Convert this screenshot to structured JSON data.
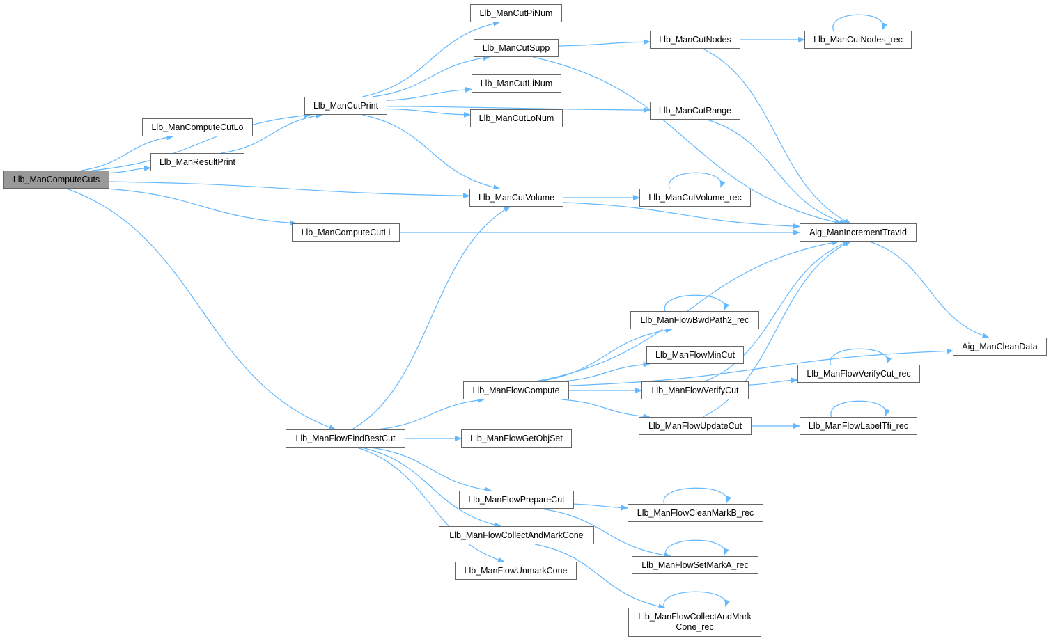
{
  "title": "Llb_ManComputeCuts call graph",
  "edge_color": "#63b8ff",
  "root_color": "#999999",
  "nodes": [
    {
      "id": "computeCuts",
      "label": "Llb_ManComputeCuts",
      "root": true
    },
    {
      "id": "cutPrint",
      "label": "Llb_ManCutPrint"
    },
    {
      "id": "computeCutLo",
      "label": "Llb_ManComputeCutLo"
    },
    {
      "id": "resultPrint",
      "label": "Llb_ManResultPrint"
    },
    {
      "id": "cutPiNum",
      "label": "Llb_ManCutPiNum"
    },
    {
      "id": "cutSupp",
      "label": "Llb_ManCutSupp"
    },
    {
      "id": "cutLiNum",
      "label": "Llb_ManCutLiNum"
    },
    {
      "id": "cutLoNum",
      "label": "Llb_ManCutLoNum"
    },
    {
      "id": "cutNodes",
      "label": "Llb_ManCutNodes"
    },
    {
      "id": "cutNodesRec",
      "label": "Llb_ManCutNodes_rec"
    },
    {
      "id": "cutRange",
      "label": "Llb_ManCutRange"
    },
    {
      "id": "cutVolume",
      "label": "Llb_ManCutVolume"
    },
    {
      "id": "cutVolumeRec",
      "label": "Llb_ManCutVolume_rec"
    },
    {
      "id": "computeCutLi",
      "label": "Llb_ManComputeCutLi"
    },
    {
      "id": "travId",
      "label": "Aig_ManIncrementTravId"
    },
    {
      "id": "cleanData",
      "label": "Aig_ManCleanData"
    },
    {
      "id": "bwdPath2",
      "label": "Llb_ManFlowBwdPath2_rec"
    },
    {
      "id": "minCut",
      "label": "Llb_ManFlowMinCut"
    },
    {
      "id": "flowCompute",
      "label": "Llb_ManFlowCompute"
    },
    {
      "id": "verifyCut",
      "label": "Llb_ManFlowVerifyCut"
    },
    {
      "id": "verifyCutRec",
      "label": "Llb_ManFlowVerifyCut_rec"
    },
    {
      "id": "updateCut",
      "label": "Llb_ManFlowUpdateCut"
    },
    {
      "id": "labelTfi",
      "label": "Llb_ManFlowLabelTfi_rec"
    },
    {
      "id": "findBestCut",
      "label": "Llb_ManFlowFindBestCut"
    },
    {
      "id": "getObjSet",
      "label": "Llb_ManFlowGetObjSet"
    },
    {
      "id": "prepareCut",
      "label": "Llb_ManFlowPrepareCut"
    },
    {
      "id": "cleanMarkB",
      "label": "Llb_ManFlowCleanMarkB_rec"
    },
    {
      "id": "collectCone",
      "label": "Llb_ManFlowCollectAndMarkCone"
    },
    {
      "id": "setMarkA",
      "label": "Llb_ManFlowSetMarkA_rec"
    },
    {
      "id": "unmarkCone",
      "label": "Llb_ManFlowUnmarkCone"
    },
    {
      "id": "collectConeRec",
      "label": "Llb_ManFlowCollectAndMark\nCone_rec"
    }
  ],
  "edges": [
    [
      "computeCuts",
      "cutPrint"
    ],
    [
      "computeCuts",
      "computeCutLo"
    ],
    [
      "computeCuts",
      "resultPrint"
    ],
    [
      "computeCuts",
      "cutVolume"
    ],
    [
      "computeCuts",
      "computeCutLi"
    ],
    [
      "computeCuts",
      "findBestCut"
    ],
    [
      "resultPrint",
      "cutPrint"
    ],
    [
      "cutPrint",
      "cutPiNum"
    ],
    [
      "cutPrint",
      "cutSupp"
    ],
    [
      "cutPrint",
      "cutLiNum"
    ],
    [
      "cutPrint",
      "cutLoNum"
    ],
    [
      "cutPrint",
      "cutRange"
    ],
    [
      "cutPrint",
      "cutVolume"
    ],
    [
      "cutSupp",
      "cutNodes"
    ],
    [
      "cutSupp",
      "travId"
    ],
    [
      "cutNodes",
      "cutNodesRec"
    ],
    [
      "cutNodes",
      "travId"
    ],
    [
      "cutNodesRec",
      "cutNodesRec"
    ],
    [
      "cutRange",
      "travId"
    ],
    [
      "cutVolume",
      "cutVolumeRec"
    ],
    [
      "cutVolume",
      "travId"
    ],
    [
      "cutVolumeRec",
      "cutVolumeRec"
    ],
    [
      "computeCutLi",
      "travId"
    ],
    [
      "travId",
      "cleanData"
    ],
    [
      "findBestCut",
      "cutVolume"
    ],
    [
      "findBestCut",
      "flowCompute"
    ],
    [
      "findBestCut",
      "getObjSet"
    ],
    [
      "findBestCut",
      "prepareCut"
    ],
    [
      "findBestCut",
      "collectCone"
    ],
    [
      "findBestCut",
      "unmarkCone"
    ],
    [
      "flowCompute",
      "travId"
    ],
    [
      "flowCompute",
      "bwdPath2"
    ],
    [
      "flowCompute",
      "minCut"
    ],
    [
      "flowCompute",
      "verifyCut"
    ],
    [
      "flowCompute",
      "updateCut"
    ],
    [
      "flowCompute",
      "cleanData"
    ],
    [
      "bwdPath2",
      "bwdPath2"
    ],
    [
      "verifyCut",
      "travId"
    ],
    [
      "verifyCut",
      "verifyCutRec"
    ],
    [
      "verifyCutRec",
      "verifyCutRec"
    ],
    [
      "updateCut",
      "travId"
    ],
    [
      "updateCut",
      "labelTfi"
    ],
    [
      "labelTfi",
      "labelTfi"
    ],
    [
      "prepareCut",
      "cleanMarkB"
    ],
    [
      "prepareCut",
      "setMarkA"
    ],
    [
      "cleanMarkB",
      "cleanMarkB"
    ],
    [
      "setMarkA",
      "setMarkA"
    ],
    [
      "collectCone",
      "collectConeRec"
    ],
    [
      "collectConeRec",
      "collectConeRec"
    ]
  ]
}
